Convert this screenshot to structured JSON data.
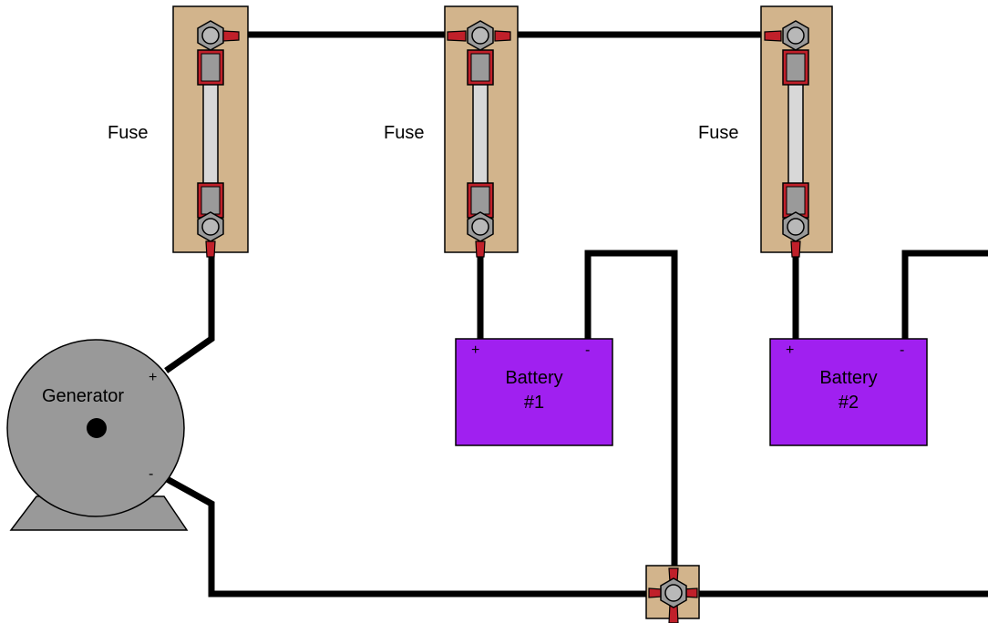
{
  "fuses": [
    {
      "label": "Fuse"
    },
    {
      "label": "Fuse"
    },
    {
      "label": "Fuse"
    }
  ],
  "generator": {
    "label": "Generator",
    "plus": "+",
    "minus": "-"
  },
  "batteries": [
    {
      "line1": "Battery",
      "line2": "#1",
      "plus": "+",
      "minus": "-"
    },
    {
      "line1": "Battery",
      "line2": "#2",
      "plus": "+",
      "minus": "-"
    }
  ],
  "colors": {
    "wire": "#000000",
    "fuse_block": "#d2b48c",
    "battery": "#a020f0",
    "generator": "#999999",
    "terminal_lug": "#c0202a"
  }
}
